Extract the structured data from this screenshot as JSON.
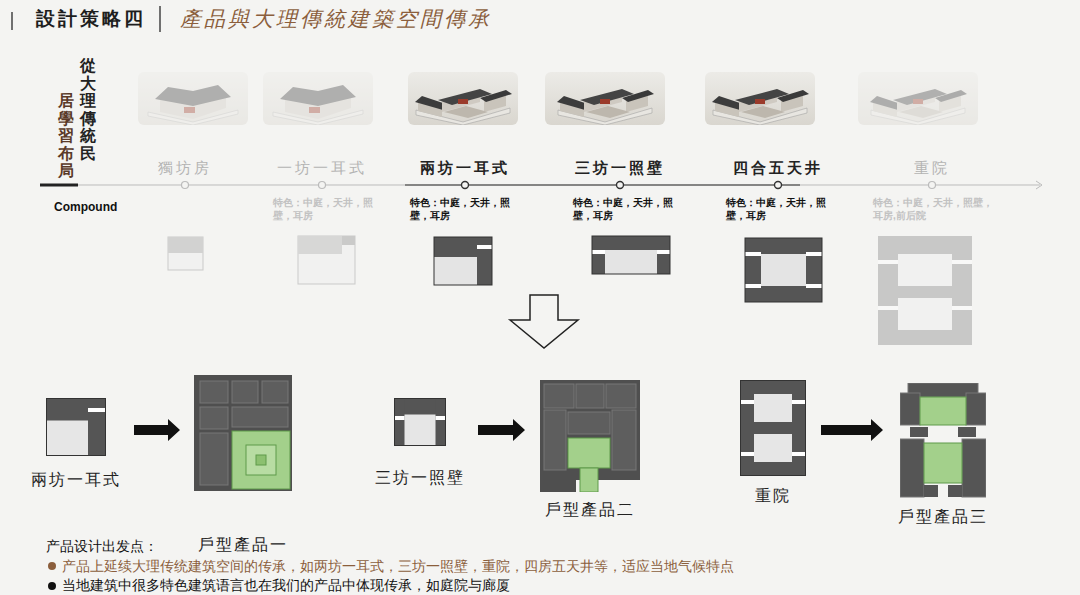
{
  "diagram": {
    "title": "設計策略四",
    "nodes": [
      {
        "text": [
          "兩坊一耳式"
        ]
      },
      {
        "text": [
          "戶型產品一"
        ]
      },
      {
        "text": [
          "三坊一照壁"
        ]
      },
      {
        "text": [
          "戶型產品二"
        ]
      },
      {
        "text": [
          "重院"
        ]
      },
      {
        "text": [
          "戶型產品三"
        ]
      }
    ],
    "edges": [
      {
        "from": 0,
        "to": 1,
        "arrow": "to"
      },
      {
        "from": 2,
        "to": 3,
        "arrow": "to"
      },
      {
        "from": 4,
        "to": 5,
        "arrow": "to"
      }
    ],
    "labels": [
      "產品與大理傳統建築空間傳承",
      "從大理傳統民",
      "居學習布局",
      "Compound",
      "獨坊房",
      "一坊一耳式",
      "兩坊一耳式",
      "三坊一照壁",
      "四合五天井",
      "重院",
      "特色：中庭，天井，照壁，耳房",
      "特色：中庭，天井，照壁，耳房",
      "特色：中庭，天井，照壁，耳房",
      "特色：中庭，天井，照壁，耳房",
      "特色：中庭，天井，照壁，耳房,前后院",
      "产品设计出发点：",
      "产品上延续大理传统建筑空间的传承，如两坊一耳式，三坊一照壁，重院，四房五天井等，适应当地气候特点",
      "当地建筑中很多特色建筑语言也在我们的产品中体现传承，如庭院与廊厦"
    ]
  }
}
